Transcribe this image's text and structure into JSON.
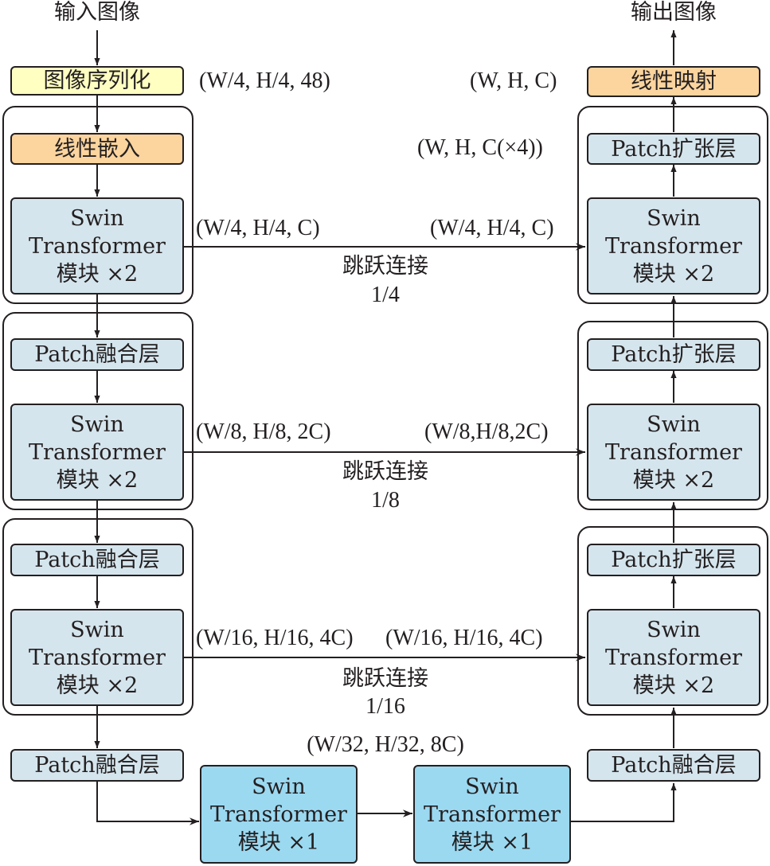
{
  "io": {
    "input": "输入图像",
    "output": "输出图像"
  },
  "encoder": {
    "partition": "图像序列化",
    "partition_dim": "(W/4, H/4, 48)",
    "embed": "线性嵌入",
    "stage1": "Swin\nTransformer\n模块 ×2",
    "stage1_dim": "(W/4, H/4, C)",
    "merge1": "Patch融合层",
    "stage2": "Swin\nTransformer\n模块 ×2",
    "stage2_dim": "(W/8, H/8, 2C)",
    "merge2": "Patch融合层",
    "stage3": "Swin\nTransformer\n模块 ×2",
    "stage3_dim": "(W/16, H/16, 4C)",
    "merge3": "Patch融合层"
  },
  "bottleneck": {
    "dim": "(W/32, H/32, 8C)",
    "block1": "Swin\nTransformer\n模块 ×1",
    "block2": "Swin\nTransformer\n模块 ×1"
  },
  "decoder": {
    "merge": "Patch融合层",
    "stage3": "Swin\nTransformer\n模块 ×2",
    "stage3_dim": "(W/16, H/16, 4C)",
    "expand3": "Patch扩张层",
    "stage2": "Swin\nTransformer\n模块 ×2",
    "stage2_dim": "(W/8,H/8,2C)",
    "expand2": "Patch扩张层",
    "stage1": "Swin\nTransformer\n模块 ×2",
    "stage1_dim": "(W/4, H/4, C)",
    "expand1": "Patch扩张层",
    "expand1_dim": "(W, H, C(×4))",
    "projection": "线性映射",
    "projection_dim": "(W, H, C)"
  },
  "skips": [
    {
      "label": "跳跃连接",
      "scale": "1/4"
    },
    {
      "label": "跳跃连接",
      "scale": "1/8"
    },
    {
      "label": "跳跃连接",
      "scale": "1/16"
    }
  ],
  "colors": {
    "module_fill": "#d5e5ed",
    "bottleneck_fill": "#9bd9f1",
    "partition_fill": "#ffffc2",
    "linear_fill": "#fbd49e",
    "stroke": "#231f20"
  }
}
